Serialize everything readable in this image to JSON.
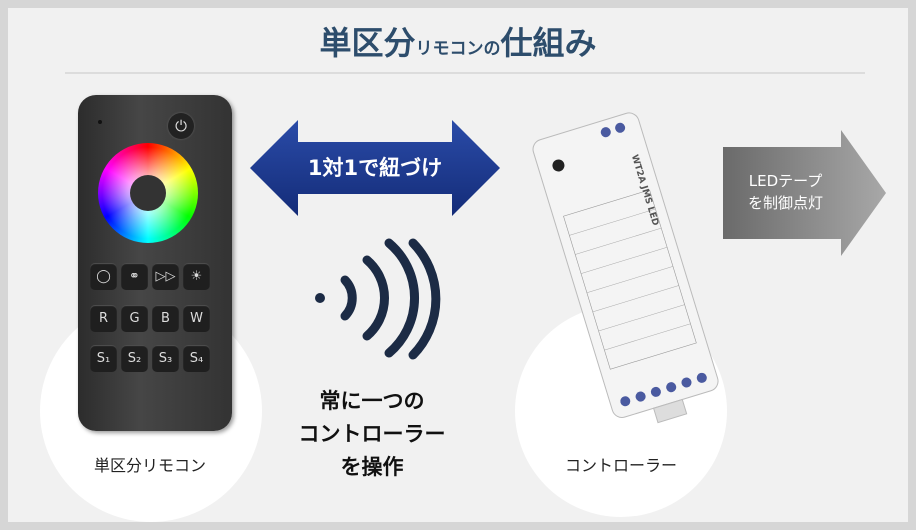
{
  "title": {
    "part1": "単区分",
    "part2": "リモコンの",
    "part3": "仕組み"
  },
  "remote": {
    "label": "単区分リモコン",
    "power_icon": "⏻",
    "buttons": [
      [
        "◯",
        "⚭",
        "▷▷",
        "☀"
      ],
      [
        "R",
        "G",
        "B",
        "W"
      ],
      [
        "S₁",
        "S₂",
        "S₃",
        "S₄"
      ]
    ]
  },
  "link": {
    "label": "1対1で紐づけ"
  },
  "operation": {
    "line1": "常に一つの",
    "line2": "コントローラー",
    "line3": "を操作"
  },
  "controller": {
    "label": "コントローラー",
    "device_text": "WT2A JMS LED"
  },
  "output": {
    "line1": "LEDテープ",
    "line2": "を制御点灯"
  },
  "colors": {
    "title": "#2d4d6c",
    "link_arrow": "#1b3a8c",
    "wave": "#1c2b45",
    "output_arrow": "#8a8a8a"
  }
}
